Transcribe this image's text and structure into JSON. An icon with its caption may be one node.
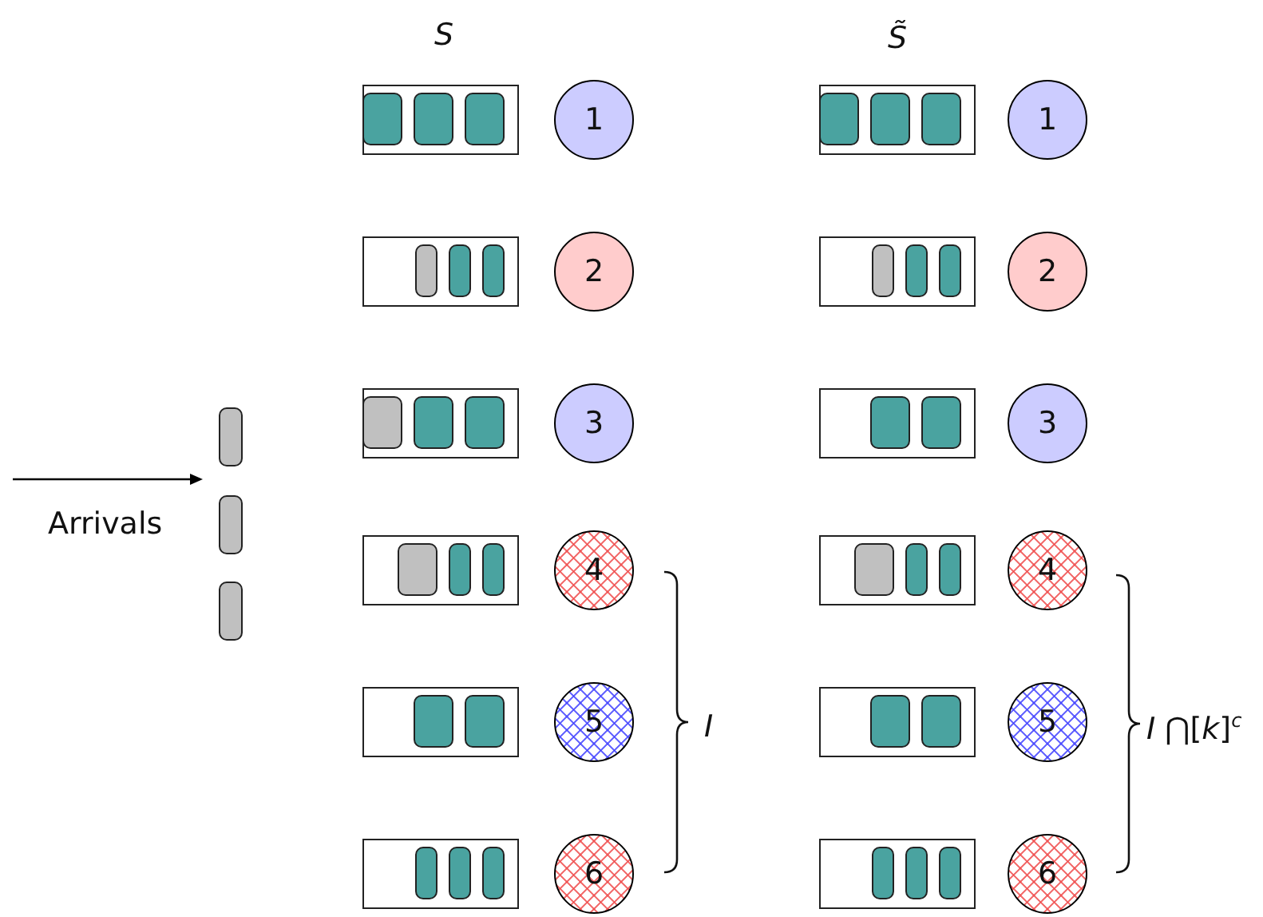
{
  "diagram": {
    "nodes": [
      {
        "text": [
          "1"
        ]
      },
      {
        "text": [
          "2"
        ]
      },
      {
        "text": [
          "3"
        ]
      },
      {
        "text": [
          "4"
        ]
      },
      {
        "text": [
          "5"
        ]
      },
      {
        "text": [
          "6"
        ]
      },
      {
        "text": [
          "1"
        ]
      },
      {
        "text": [
          "2"
        ]
      },
      {
        "text": [
          "3"
        ]
      },
      {
        "text": [
          "4"
        ]
      },
      {
        "text": [
          "5"
        ]
      },
      {
        "text": [
          "6"
        ]
      }
    ],
    "labels": [
      "S",
      "S̃",
      "Arrivals",
      "I",
      "*I* ⋂[*k*]$^{c}$"
    ]
  }
}
